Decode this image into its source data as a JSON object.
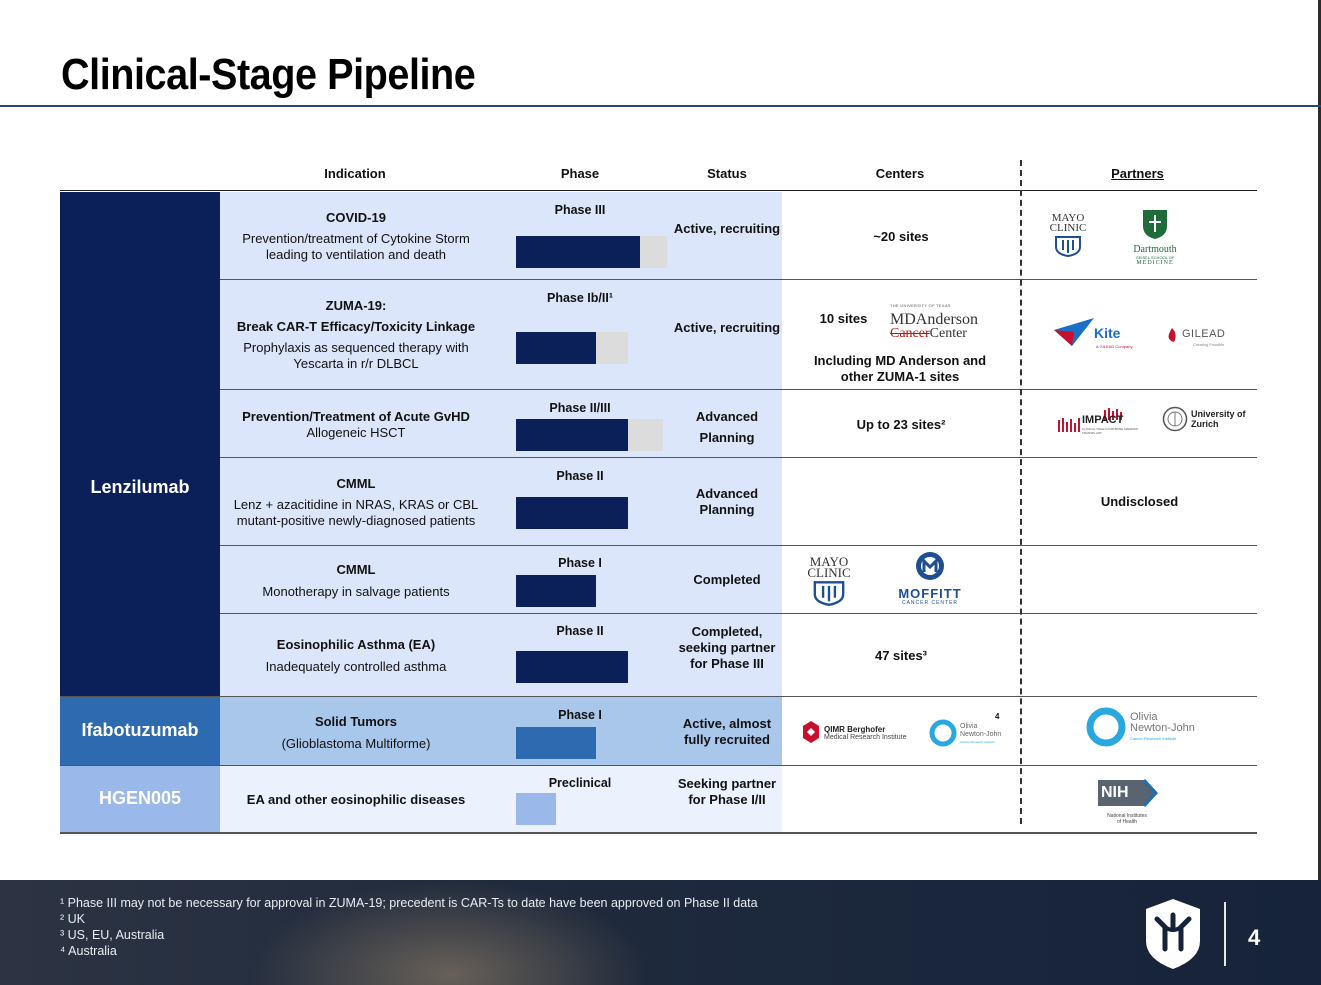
{
  "title": "Clinical-Stage Pipeline",
  "headers": {
    "indication": "Indication",
    "phase": "Phase",
    "status": "Status",
    "centers": "Centers",
    "partners": "Partners"
  },
  "products": {
    "lenzilumab": "Lenzilumab",
    "ifabotuzumab": "Ifabotuzumab",
    "hgen005": "HGEN005"
  },
  "rows": [
    {
      "indication_title": "COVID-19",
      "indication_sub": "Prevention/treatment of Cytokine Storm leading to ventilation and death",
      "phase": "Phase III",
      "progress": 0.82,
      "status": "Active, recruiting",
      "centers": "~20 sites"
    },
    {
      "indication_title": "ZUMA-19:",
      "indication_title2": "Break CAR-T Efficacy/Toxicity Linkage",
      "indication_sub": "Prophylaxis as sequenced therapy with Yescarta in r/r DLBCL",
      "phase": "Phase Ib/II¹",
      "progress": 0.71,
      "status": "Active, recruiting",
      "centers": "10 sites",
      "centers_sub": "Including MD Anderson and other ZUMA-1 sites"
    },
    {
      "indication_title": "Prevention/Treatment of Acute GvHD",
      "indication_sub": "Allogeneic HSCT",
      "phase": "Phase II/III",
      "progress": 0.76,
      "status": "Advanced Planning",
      "centers": "Up to 23 sites²"
    },
    {
      "indication_title": "CMML",
      "indication_sub": "Lenz + azacitidine in NRAS, KRAS or CBL mutant-positive newly-diagnosed patients",
      "phase": "Phase II",
      "progress": 1.0,
      "status": "Advanced Planning",
      "partners": "Undisclosed"
    },
    {
      "indication_title": "CMML",
      "indication_sub": "Monotherapy in salvage patients",
      "phase": "Phase I",
      "progress": 1.0,
      "status": "Completed"
    },
    {
      "indication_title": "Eosinophilic Asthma (EA)",
      "indication_sub": "Inadequately controlled asthma",
      "phase": "Phase II",
      "progress": 1.0,
      "status": "Completed, seeking partner for Phase III",
      "centers": "47 sites³"
    },
    {
      "indication_title": "Solid Tumors",
      "indication_sub": "(Glioblastoma Multiforme)",
      "phase": "Phase I",
      "progress": 1.0,
      "status": "Active, almost fully recruited",
      "centers_note": "4"
    },
    {
      "indication_title": "EA and other eosinophilic diseases",
      "phase": "Preclinical",
      "progress": 1.0,
      "status": "Seeking partner for Phase I/II"
    }
  ],
  "logos": {
    "mayo1": "MAYO",
    "mayo2": "CLINIC",
    "dartmouth": "Dartmouth",
    "dartmouth_sub": "GEISEL SCHOOL OF",
    "dartmouth_sub2": "MEDICINE",
    "mdanderson_small": "THE UNIVERSITY OF TEXAS",
    "mdanderson1": "MDAnderson",
    "mdanderson2a": "Cancer",
    "mdanderson2b": "Center",
    "kite": "Kite",
    "kite_sub": "A GILEAD Company",
    "gilead": "GILEAD",
    "gilead_sub": "Creating Possible",
    "impact": "IMPACT",
    "impact_sub": "CLINICAL TRIALS FOR BONE MARROW TRANSPLANT",
    "zurich1": "University of",
    "zurich2": "Zurich",
    "moffitt": "MOFFITT",
    "moffitt_sub": "CANCER CENTER",
    "qimr1": "QIMR Berghofer",
    "qimr2": "Medical Research Institute",
    "olivia1": "Olivia",
    "olivia2": "Newton-John",
    "olivia_sub": "Cancer Research Institute",
    "nih": "NIH",
    "nih_sub1": "National Institutes",
    "nih_sub2": "of Health"
  },
  "footnotes": [
    "¹ Phase III may not be necessary for approval in ZUMA-19; precedent is CAR-Ts to date have been approved on Phase II data",
    "² UK",
    "³ US, EU, Australia",
    "⁴ Australia"
  ],
  "page_number": "4",
  "colors": {
    "navy": "#0b2059",
    "mid_blue": "#2d6aaf",
    "light_blue": "#9bb8ea",
    "row_light": "#dbe6fb",
    "row_mid": "#a9c7ea"
  }
}
